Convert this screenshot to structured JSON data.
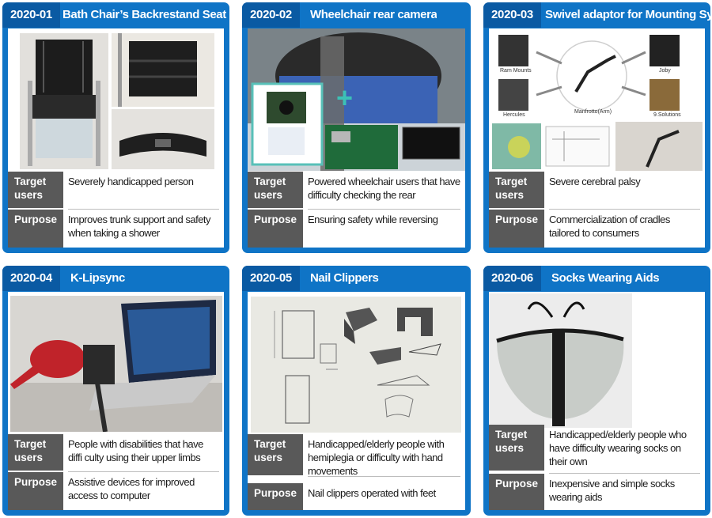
{
  "cards": [
    {
      "code": "2020-01",
      "title": "Bath Chair’s Backrestand Seat Belt",
      "target_label": "Target users",
      "target": "Severely handicapped person",
      "purpose_label": "Purpose",
      "purpose": "Improves trunk support and safety when taking a shower"
    },
    {
      "code": "2020-02",
      "title": "Wheelchair rear camera",
      "target_label": "Target users",
      "target": "Powered wheelchair users that have difficulty checking the rear",
      "purpose_label": "Purpose",
      "purpose": "Ensuring safety while reversing"
    },
    {
      "code": "2020-03",
      "title": "Swivel adaptor for Mounting Systeem",
      "target_label": "Target users",
      "target": "Severe cerebral palsy",
      "purpose_label": "Purpose",
      "purpose": "Commercialization of cradles tailored to consumers",
      "captions": {
        "ram": "Ram Mounts",
        "joby": "Joby",
        "hercules": "Hercules",
        "manfrotto": "Manfrotto(Arm)",
        "nine": "9.Solutions"
      }
    },
    {
      "code": "2020-04",
      "title": "K-Lipsync",
      "target_label": "Target users",
      "target": "People with disabilities that have diffi culty using their upper limbs",
      "purpose_label": "Purpose",
      "purpose": "Assistive devices for improved access to computer"
    },
    {
      "code": "2020-05",
      "title": "Nail Clippers",
      "target_label": "Target users",
      "target": "Handicapped/elderly people with hemiplegia or difficulty with hand movements",
      "purpose_label": "Purpose",
      "purpose": "Nail clippers operated with feet"
    },
    {
      "code": "2020-06",
      "title": "Socks Wearing Aids",
      "target_label": "Target users",
      "target": "Handicapped/elderly people who have difficulty wearing socks on their own",
      "purpose_label": "Purpose",
      "purpose": "Inexpensive and simple socks wearing aids"
    }
  ],
  "colors": {
    "card_blue": "#0f74c6",
    "code_blue": "#0a5aa3",
    "label_gray": "#595959"
  }
}
